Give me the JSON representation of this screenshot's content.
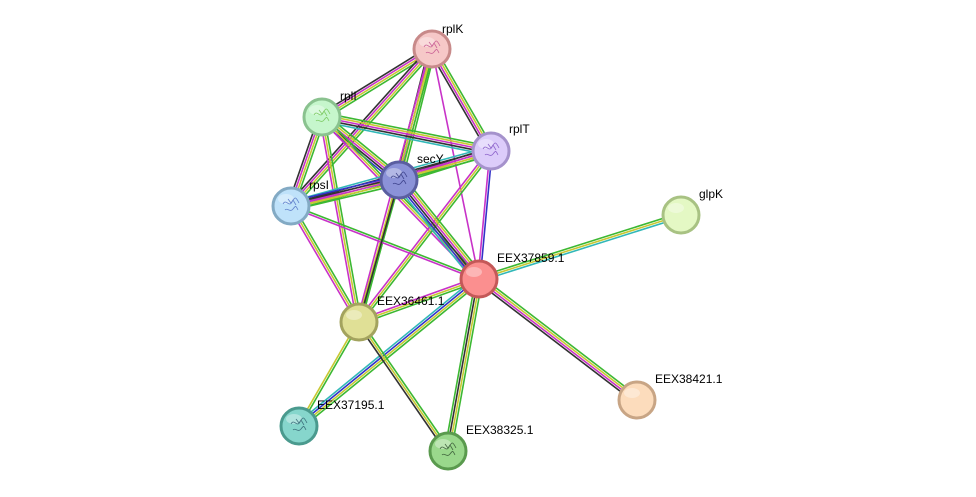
{
  "network": {
    "nodes": [
      {
        "id": "rplK",
        "label": "rplK",
        "fill": "#f6c8c8",
        "stroke": "#c88a8a",
        "glyph": true,
        "glyph_color": "#c04a8a"
      },
      {
        "id": "rplI",
        "label": "rplI",
        "fill": "#c6f6cc",
        "stroke": "#8ac28f",
        "glyph": true,
        "glyph_color": "#6ac04a"
      },
      {
        "id": "rplT",
        "label": "rplT",
        "fill": "#dcccfa",
        "stroke": "#a592cc",
        "glyph": true,
        "glyph_color": "#7a4ac0"
      },
      {
        "id": "secY",
        "label": "secY",
        "fill": "#8b92d8",
        "stroke": "#5a5ea0",
        "glyph": true,
        "glyph_color": "#2a2f7a"
      },
      {
        "id": "rpsI",
        "label": "rpsI",
        "fill": "#bfe2fa",
        "stroke": "#83aac4",
        "glyph": true,
        "glyph_color": "#4a6ac0"
      },
      {
        "id": "glpK",
        "label": "glpK",
        "fill": "#e4f8c4",
        "stroke": "#a8c283",
        "glyph": false
      },
      {
        "id": "EEX37859.1",
        "label": "EEX37859.1",
        "fill": "#fb8f8f",
        "stroke": "#c45858",
        "glyph": false
      },
      {
        "id": "EEX36461.1",
        "label": "EEX36461.1",
        "fill": "#e0e096",
        "stroke": "#a3a35e",
        "glyph": false
      },
      {
        "id": "EEX38421.1",
        "label": "EEX38421.1",
        "fill": "#fcdcbc",
        "stroke": "#c8a585",
        "glyph": false
      },
      {
        "id": "EEX37195.1",
        "label": "EEX37195.1",
        "fill": "#86d6cc",
        "stroke": "#4a9a8e",
        "glyph": true,
        "glyph_color": "#2a5a6a"
      },
      {
        "id": "EEX38325.1",
        "label": "EEX38325.1",
        "fill": "#9ad88c",
        "stroke": "#5a9a4e",
        "glyph": true,
        "glyph_color": "#2a4a2a"
      }
    ],
    "edges": [
      {
        "source": "rplK",
        "target": "rplI",
        "colors": [
          "#3cb832",
          "#c8c832",
          "#c832c8",
          "#323232"
        ]
      },
      {
        "source": "rplK",
        "target": "rplT",
        "colors": [
          "#3cb832",
          "#c8c832",
          "#c832c8",
          "#323232"
        ]
      },
      {
        "source": "rplK",
        "target": "secY",
        "colors": [
          "#3cb832",
          "#c8c832",
          "#c832c8",
          "#323232"
        ]
      },
      {
        "source": "rplK",
        "target": "rpsI",
        "colors": [
          "#3cb832",
          "#c8c832",
          "#c832c8",
          "#323232"
        ]
      },
      {
        "source": "rplK",
        "target": "EEX36461.1",
        "colors": [
          "#3cb832",
          "#c8c832",
          "#c832c8"
        ]
      },
      {
        "source": "rplK",
        "target": "EEX37859.1",
        "colors": [
          "#c832c8"
        ]
      },
      {
        "source": "rplI",
        "target": "rplT",
        "colors": [
          "#3cb832",
          "#c8c832",
          "#c832c8",
          "#323232",
          "#32b8b8"
        ]
      },
      {
        "source": "rplI",
        "target": "secY",
        "colors": [
          "#3cb832",
          "#c8c832",
          "#c832c8",
          "#323232",
          "#3232c8"
        ]
      },
      {
        "source": "rplI",
        "target": "rpsI",
        "colors": [
          "#3cb832",
          "#c8c832",
          "#c832c8",
          "#323232"
        ]
      },
      {
        "source": "rplI",
        "target": "EEX36461.1",
        "colors": [
          "#3cb832",
          "#c8c832",
          "#c832c8"
        ]
      },
      {
        "source": "rplI",
        "target": "EEX37859.1",
        "colors": [
          "#3cb832",
          "#c8c832",
          "#c832c8"
        ]
      },
      {
        "source": "rplT",
        "target": "secY",
        "colors": [
          "#3cb832",
          "#c8c832",
          "#c832c8",
          "#323232"
        ]
      },
      {
        "source": "rplT",
        "target": "rpsI",
        "colors": [
          "#3cb832",
          "#c8c832",
          "#c832c8",
          "#323232",
          "#32b8b8"
        ]
      },
      {
        "source": "rplT",
        "target": "EEX36461.1",
        "colors": [
          "#3cb832",
          "#c8c832",
          "#c832c8"
        ]
      },
      {
        "source": "rplT",
        "target": "EEX37859.1",
        "colors": [
          "#3232c8",
          "#c832c8"
        ]
      },
      {
        "source": "secY",
        "target": "rpsI",
        "colors": [
          "#3cb832",
          "#c8c832",
          "#c832c8",
          "#323232",
          "#3232c8"
        ]
      },
      {
        "source": "secY",
        "target": "EEX37859.1",
        "colors": [
          "#3cb832",
          "#c8c832",
          "#c832c8",
          "#323232",
          "#3232c8",
          "#32b8b8"
        ]
      },
      {
        "source": "secY",
        "target": "EEX36461.1",
        "colors": [
          "#3cb832",
          "#c8c832"
        ]
      },
      {
        "source": "rpsI",
        "target": "EEX37859.1",
        "colors": [
          "#3cb832",
          "#c832c8"
        ]
      },
      {
        "source": "rpsI",
        "target": "EEX36461.1",
        "colors": [
          "#3cb832",
          "#c8c832",
          "#c832c8"
        ]
      },
      {
        "source": "EEX37859.1",
        "target": "EEX36461.1",
        "colors": [
          "#3cb832",
          "#c8c832",
          "#c832c8"
        ]
      },
      {
        "source": "EEX37859.1",
        "target": "glpK",
        "colors": [
          "#3cb832",
          "#c8c832",
          "#32b8b8"
        ]
      },
      {
        "source": "EEX37859.1",
        "target": "EEX38421.1",
        "colors": [
          "#3cb832",
          "#c8c832",
          "#c832c8",
          "#323232"
        ]
      },
      {
        "source": "EEX37859.1",
        "target": "EEX37195.1",
        "colors": [
          "#3cb832",
          "#c8c832",
          "#3232c8",
          "#32b8b8"
        ]
      },
      {
        "source": "EEX37859.1",
        "target": "EEX38325.1",
        "colors": [
          "#3cb832",
          "#c8c832",
          "#323232",
          "#3cb832"
        ]
      },
      {
        "source": "EEX36461.1",
        "target": "EEX37195.1",
        "colors": [
          "#3cb832",
          "#c8c832"
        ]
      },
      {
        "source": "EEX36461.1",
        "target": "EEX38325.1",
        "colors": [
          "#3cb832",
          "#c8c832",
          "#323232"
        ]
      },
      {
        "source": "EEX36461.1",
        "target": "secY",
        "colors": [
          "#323232"
        ]
      }
    ]
  }
}
